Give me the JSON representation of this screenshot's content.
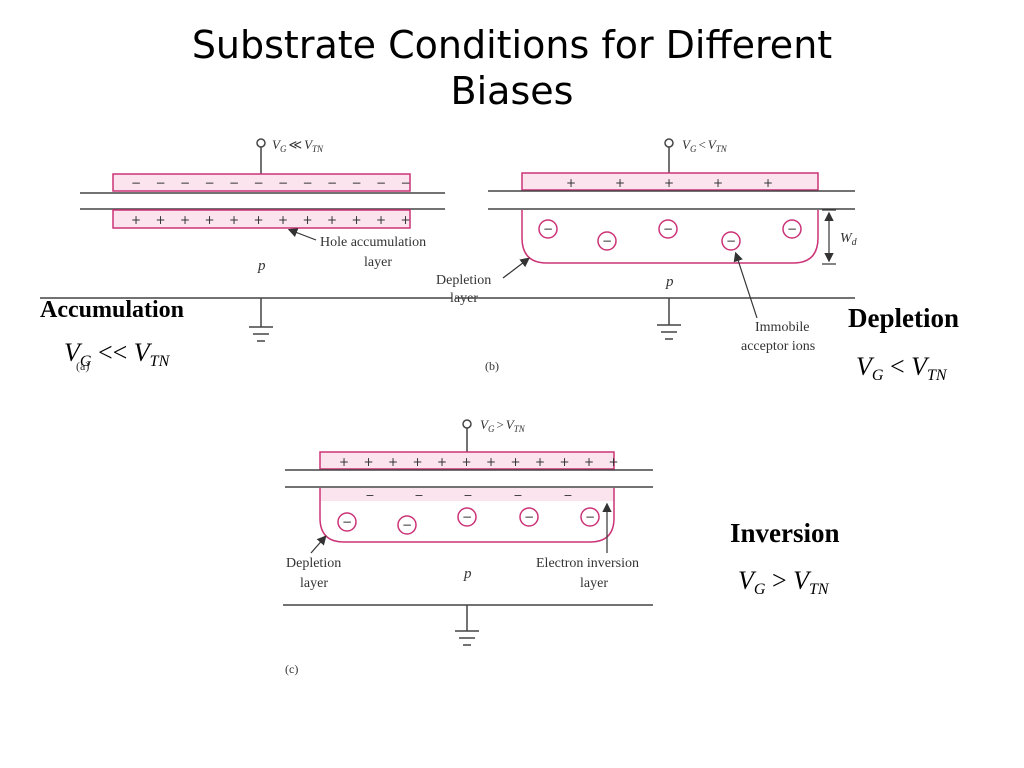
{
  "title_line1": "Substrate Conditions for Different",
  "title_line2": "Biases",
  "colors": {
    "oxide_pink": "#cc3377",
    "oxide_fill": "#fbe4ee",
    "line": "#444444",
    "text": "#000000"
  },
  "panels": {
    "a": {
      "name": "Accumulation",
      "condition": {
        "V": "V",
        "G": "G",
        "op": "<<",
        "TN": "TN"
      },
      "gate_label": {
        "v": "V",
        "g": "G",
        "op": "≪",
        "vt": "V",
        "tn": "TN"
      },
      "annotation_line1": "Hole accumulation",
      "annotation_line2": "layer",
      "substrate": "p",
      "caption": "(a)"
    },
    "b": {
      "name": "Depletion",
      "condition": {
        "V": "V",
        "G": "G",
        "op": "<",
        "TN": "TN"
      },
      "gate_label": {
        "v": "V",
        "g": "G",
        "op": "<",
        "vt": "V",
        "tn": "TN"
      },
      "depletion_line1": "Depletion",
      "depletion_line2": "layer",
      "ions_line1": "Immobile",
      "ions_line2": "acceptor ions",
      "width_label_w": "W",
      "width_label_d": "d",
      "substrate": "p",
      "caption": "(b)"
    },
    "c": {
      "name": "Inversion",
      "condition": {
        "V": "V",
        "G": "G",
        "op": ">",
        "TN": "TN"
      },
      "gate_label": {
        "v": "V",
        "g": "G",
        "op": ">",
        "vt": "V",
        "tn": "TN"
      },
      "depletion_line1": "Depletion",
      "depletion_line2": "layer",
      "inversion_line1": "Electron inversion",
      "inversion_line2": "layer",
      "substrate": "p",
      "caption": "(c)"
    }
  },
  "symbols": {
    "plus": "+",
    "minus": "−",
    "ion": "−"
  }
}
